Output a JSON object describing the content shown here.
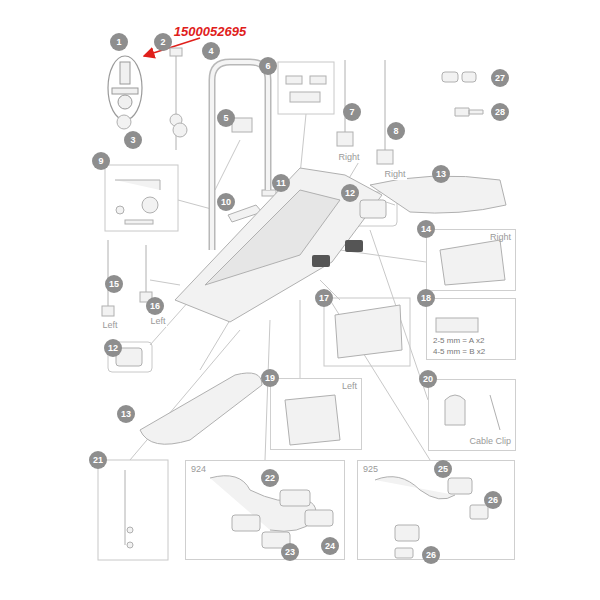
{
  "diagram": {
    "nodes": [
      {
        "text": [
          "Right"
        ]
      },
      {
        "text": [
          "2-5 mm = A x2",
          "4-5 mm = B x2"
        ]
      },
      {
        "text": [
          "Left"
        ]
      },
      {
        "text": [
          "Cable Clip"
        ]
      },
      {
        "text": [
          "924"
        ]
      },
      {
        "text": [
          "925"
        ]
      }
    ],
    "labels": [
      "1500052695",
      "1",
      "2",
      "4",
      "6",
      "27",
      "7",
      "28",
      "5",
      "8",
      "3",
      "Right",
      "9",
      "Right",
      "13",
      "11",
      "12",
      "10",
      "14",
      "15",
      "16",
      "17",
      "18",
      "Left",
      "Left",
      "12",
      "19",
      "20",
      "13",
      "21",
      "22",
      "25",
      "26",
      "24",
      "23",
      "26"
    ]
  }
}
